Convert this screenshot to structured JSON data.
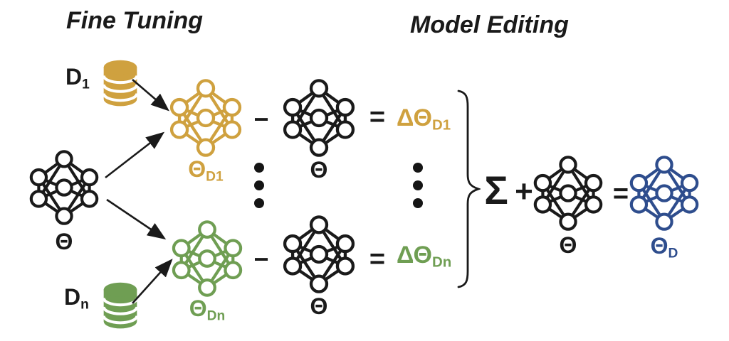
{
  "colors": {
    "gold": "#CFA13F",
    "green": "#6F9E53",
    "blue": "#2E4D8D",
    "black": "#1A1A1A"
  },
  "titles": {
    "fine_tuning": "Fine Tuning",
    "model_editing": "Model Editing"
  },
  "datasets": {
    "d1": {
      "base": "D",
      "sub": "1"
    },
    "dn": {
      "base": "D",
      "sub": "n"
    }
  },
  "models": {
    "base_theta": "Θ",
    "theta_d1": {
      "base": "Θ",
      "sub": "D1"
    },
    "theta_dn": {
      "base": "Θ",
      "sub": "Dn"
    },
    "delta_theta_d1": {
      "base": "ΔΘ",
      "sub": "D1"
    },
    "delta_theta_dn": {
      "base": "ΔΘ",
      "sub": "Dn"
    },
    "theta_d": {
      "base": "Θ",
      "sub": "D"
    }
  },
  "operators": {
    "minus": "−",
    "equals": "=",
    "sum": "Σ",
    "plus": "+"
  },
  "icons": {
    "database": "stacked-cylinder-database-icon",
    "network": "seven-node-neural-network-icon",
    "ellipsis": "vertical-ellipsis-dots",
    "brace": "right-curly-brace",
    "arrow": "black-arrow"
  }
}
